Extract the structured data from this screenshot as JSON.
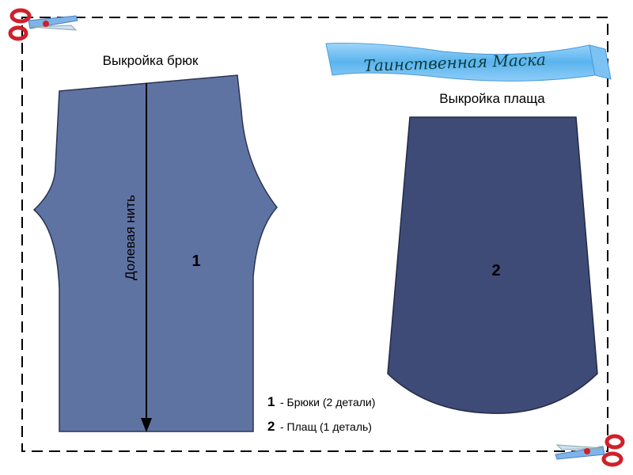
{
  "banner": {
    "title": "Таинственная Маска"
  },
  "pants": {
    "title": "Выкройка брюк",
    "grain_label": "Долевая нить",
    "number": "1"
  },
  "cape": {
    "title": "Выкройка плаща",
    "number": "2"
  },
  "legend": [
    {
      "number": "1",
      "text": "- Брюки (2 детали)"
    },
    {
      "number": "2",
      "text": "- Плащ (1 деталь)"
    }
  ],
  "colors": {
    "pants": "#5f73a3",
    "cape": "#3f4b77",
    "outline": "#2a3450",
    "banner": "#5ab4ee",
    "scissors": "#d0202a"
  }
}
